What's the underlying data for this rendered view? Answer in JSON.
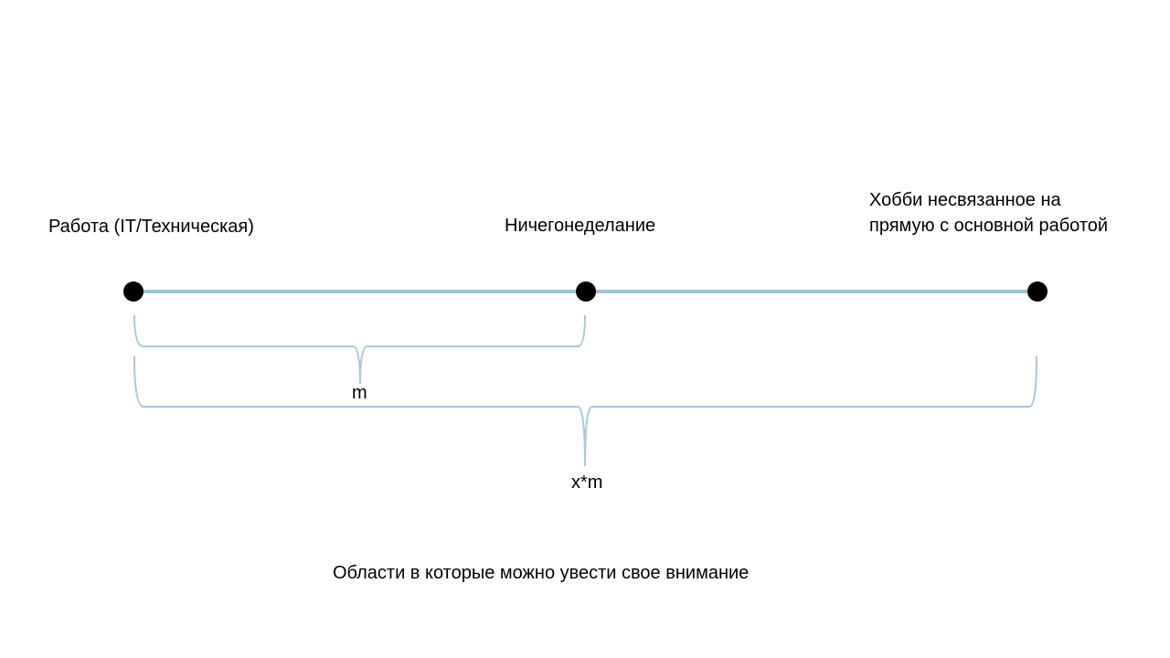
{
  "nodes": [
    {
      "id": "work",
      "label": "Работа (IT/Техническая)"
    },
    {
      "id": "idle",
      "label": "Ничегонеделание"
    },
    {
      "id": "hobby",
      "label_lines": [
        "Хобби несвязанное на",
        "прямую с основной работой"
      ]
    }
  ],
  "braces": [
    {
      "id": "short",
      "label": "m",
      "spans": [
        "work",
        "idle"
      ]
    },
    {
      "id": "long",
      "label": "x*m",
      "spans": [
        "work",
        "hobby"
      ]
    }
  ],
  "caption": "Области в которые можно увести свое внимание",
  "colors": {
    "axis_line": "#9ec3da",
    "brace": "#a8c8de",
    "node_fill": "#000000",
    "text": "#000000",
    "background": "#ffffff"
  }
}
